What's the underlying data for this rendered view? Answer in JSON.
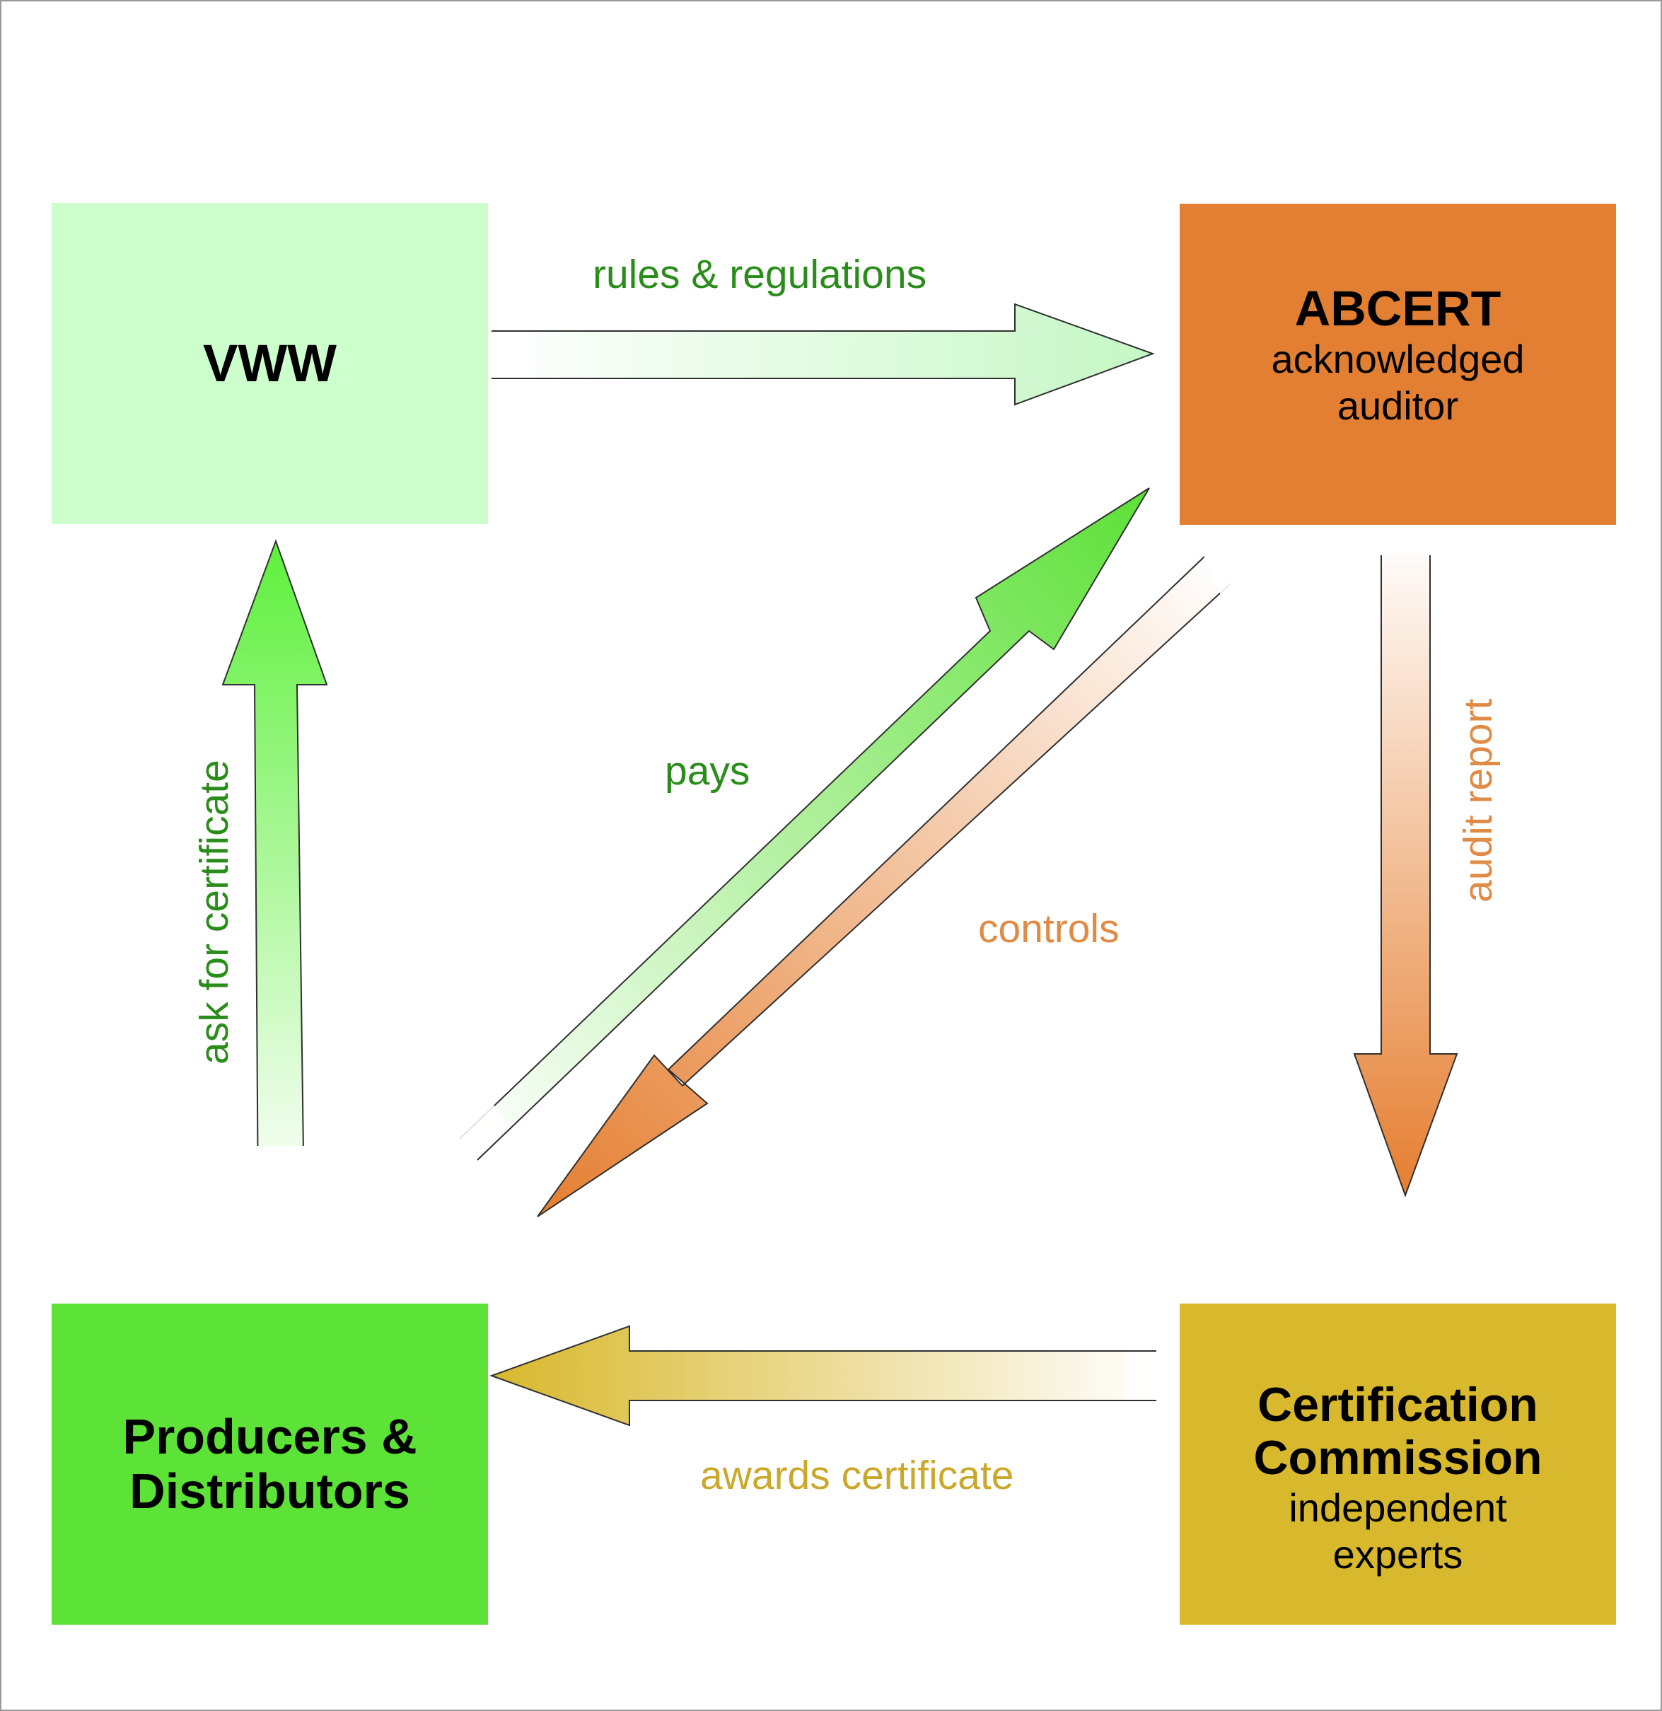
{
  "nodes": {
    "vww": {
      "title": "VWW",
      "color": "#ccffcc"
    },
    "abcert": {
      "title": "ABCERT",
      "subtitle": "acknowledged\nauditor",
      "color": "#e27f32"
    },
    "producers": {
      "title": "Producers &\nDistributors",
      "color": "#5de237"
    },
    "commission": {
      "title": "Certification\nCommission",
      "subtitle": "independent\nexperts",
      "color": "#d8b82c"
    }
  },
  "edges": {
    "rules": {
      "label": "rules & regulations",
      "from": "VWW",
      "to": "ABCERT",
      "color": "#2a8c1a"
    },
    "ask": {
      "label": "ask for certificate",
      "from": "Producers & Distributors",
      "to": "VWW",
      "color": "#2a8c1a"
    },
    "pays": {
      "label": "pays",
      "from": "Producers & Distributors",
      "to": "ABCERT",
      "color": "#2a8c1a"
    },
    "controls": {
      "label": "controls",
      "from": "ABCERT",
      "to": "Producers & Distributors",
      "color": "#e08b45"
    },
    "audit": {
      "label": "audit report",
      "from": "ABCERT",
      "to": "Certification Commission",
      "color": "#e08b45"
    },
    "awards": {
      "label": "awards certificate",
      "from": "Certification Commission",
      "to": "Producers & Distributors",
      "color": "#c9a82a"
    }
  }
}
